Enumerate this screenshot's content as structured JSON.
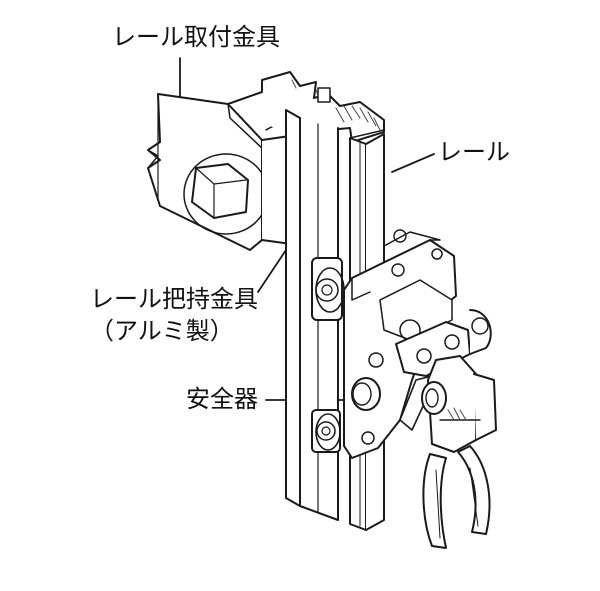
{
  "labels": {
    "rail_bracket": "レール取付金具",
    "rail": "レール",
    "rail_clamp": "レール把持金具",
    "rail_clamp_note": "（アルミ製）",
    "safety_device": "安全器"
  },
  "colors": {
    "line": "#1a1a1a",
    "hatch": "#444444",
    "background": "#ffffff"
  }
}
